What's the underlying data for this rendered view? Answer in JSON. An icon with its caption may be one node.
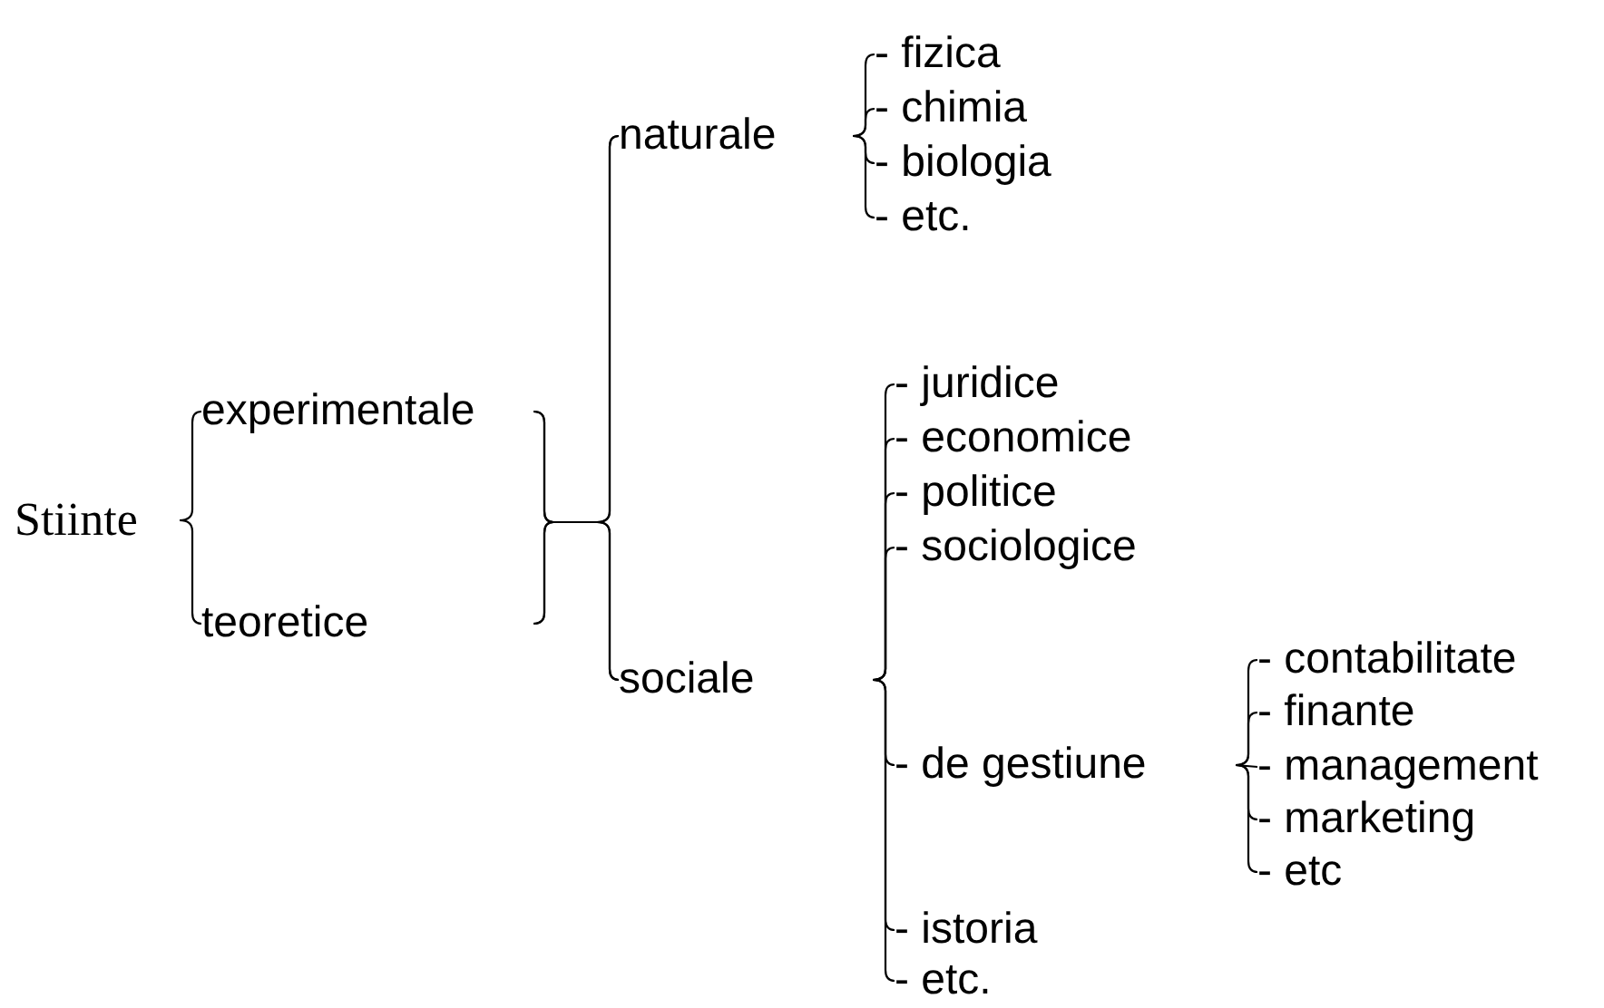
{
  "diagram": {
    "nodes": [
      {
        "text": [
          "Stiinte"
        ]
      },
      {
        "text": [
          "experimentale"
        ]
      },
      {
        "text": [
          "teoretice"
        ]
      },
      {
        "text": [
          "naturale"
        ]
      },
      {
        "text": [
          "sociale"
        ]
      },
      {
        "text": [
          "- fizica"
        ]
      },
      {
        "text": [
          "- chimia"
        ]
      },
      {
        "text": [
          "- biologia"
        ]
      },
      {
        "text": [
          "- etc."
        ]
      },
      {
        "text": [
          "- juridice"
        ]
      },
      {
        "text": [
          "- economice"
        ]
      },
      {
        "text": [
          "- politice"
        ]
      },
      {
        "text": [
          "- sociologice"
        ]
      },
      {
        "text": [
          "- de gestiune"
        ]
      },
      {
        "text": [
          "- istoria"
        ]
      },
      {
        "text": [
          "- etc."
        ]
      },
      {
        "text": [
          "- contabilitate"
        ]
      },
      {
        "text": [
          "- finante"
        ]
      },
      {
        "text": [
          "- management"
        ]
      },
      {
        "text": [
          "- marketing"
        ]
      },
      {
        "text": [
          "- etc"
        ]
      }
    ],
    "edges": [
      {
        "from": 0,
        "to": 1,
        "arrow": "none"
      },
      {
        "from": 0,
        "to": 2,
        "arrow": "none"
      },
      {
        "from": 1,
        "to": 3,
        "arrow": "none"
      },
      {
        "from": 1,
        "to": 4,
        "arrow": "none"
      },
      {
        "from": 2,
        "to": 3,
        "arrow": "none"
      },
      {
        "from": 2,
        "to": 4,
        "arrow": "none"
      },
      {
        "from": 3,
        "to": 5,
        "arrow": "none"
      },
      {
        "from": 3,
        "to": 6,
        "arrow": "none"
      },
      {
        "from": 3,
        "to": 7,
        "arrow": "none"
      },
      {
        "from": 3,
        "to": 8,
        "arrow": "none"
      },
      {
        "from": 4,
        "to": 9,
        "arrow": "none"
      },
      {
        "from": 4,
        "to": 10,
        "arrow": "none"
      },
      {
        "from": 4,
        "to": 11,
        "arrow": "none"
      },
      {
        "from": 4,
        "to": 12,
        "arrow": "none"
      },
      {
        "from": 4,
        "to": 13,
        "arrow": "none"
      },
      {
        "from": 4,
        "to": 14,
        "arrow": "none"
      },
      {
        "from": 4,
        "to": 15,
        "arrow": "none"
      },
      {
        "from": 13,
        "to": 16,
        "arrow": "none"
      },
      {
        "from": 13,
        "to": 17,
        "arrow": "none"
      },
      {
        "from": 13,
        "to": 18,
        "arrow": "none"
      },
      {
        "from": 13,
        "to": 19,
        "arrow": "none"
      },
      {
        "from": 13,
        "to": 20,
        "arrow": "none"
      }
    ]
  }
}
